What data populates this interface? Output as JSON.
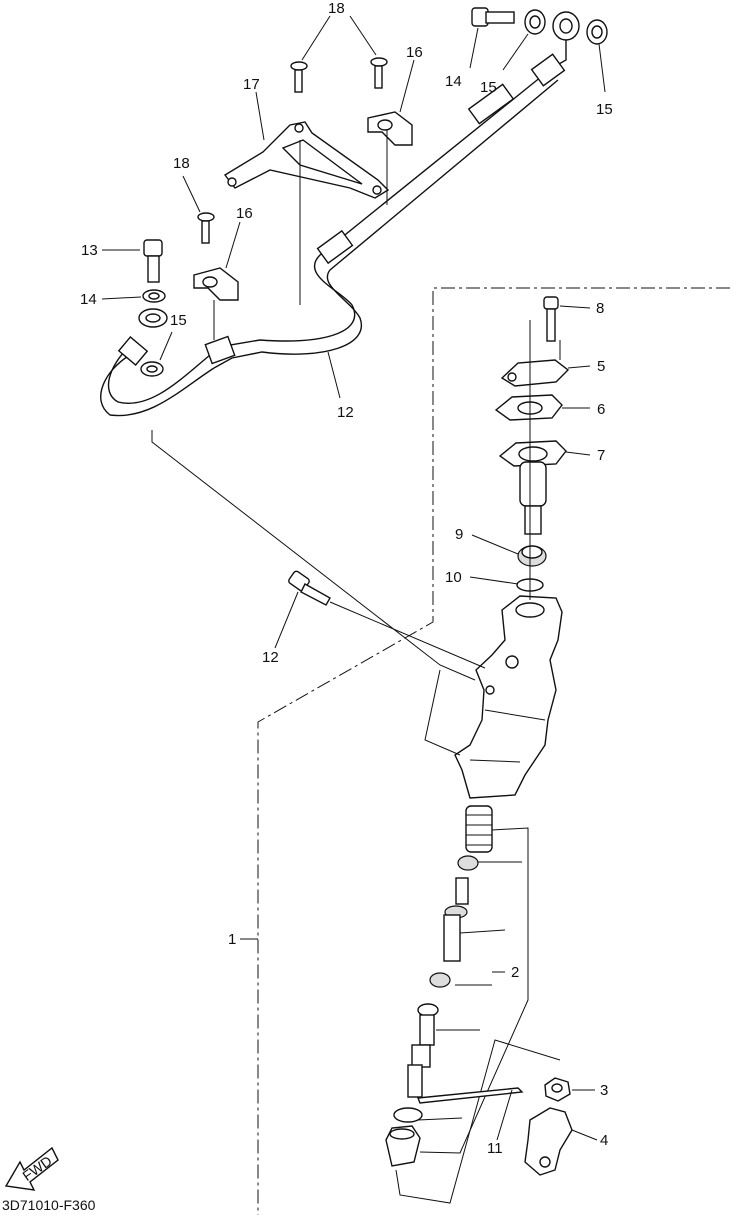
{
  "diagram": {
    "code": "3D71010-F360",
    "fwd_label": "FWD",
    "callouts": [
      {
        "id": "c1",
        "text": "1"
      },
      {
        "id": "c2",
        "text": "2"
      },
      {
        "id": "c3",
        "text": "3"
      },
      {
        "id": "c4",
        "text": "4"
      },
      {
        "id": "c5",
        "text": "5"
      },
      {
        "id": "c6",
        "text": "6"
      },
      {
        "id": "c7",
        "text": "7"
      },
      {
        "id": "c8",
        "text": "8"
      },
      {
        "id": "c9",
        "text": "9"
      },
      {
        "id": "c10",
        "text": "10"
      },
      {
        "id": "c11",
        "text": "11"
      },
      {
        "id": "c12",
        "text": "12"
      },
      {
        "id": "c13",
        "text": "13"
      },
      {
        "id": "c14a",
        "text": "14"
      },
      {
        "id": "c14b",
        "text": "14"
      },
      {
        "id": "c15a",
        "text": "15"
      },
      {
        "id": "c15b",
        "text": "15"
      },
      {
        "id": "c15c",
        "text": "15"
      },
      {
        "id": "c15d",
        "text": "15"
      },
      {
        "id": "c16a",
        "text": "16"
      },
      {
        "id": "c16b",
        "text": "16"
      },
      {
        "id": "c17",
        "text": "17"
      },
      {
        "id": "c18a",
        "text": "18"
      },
      {
        "id": "c18b",
        "text": "18"
      }
    ]
  }
}
